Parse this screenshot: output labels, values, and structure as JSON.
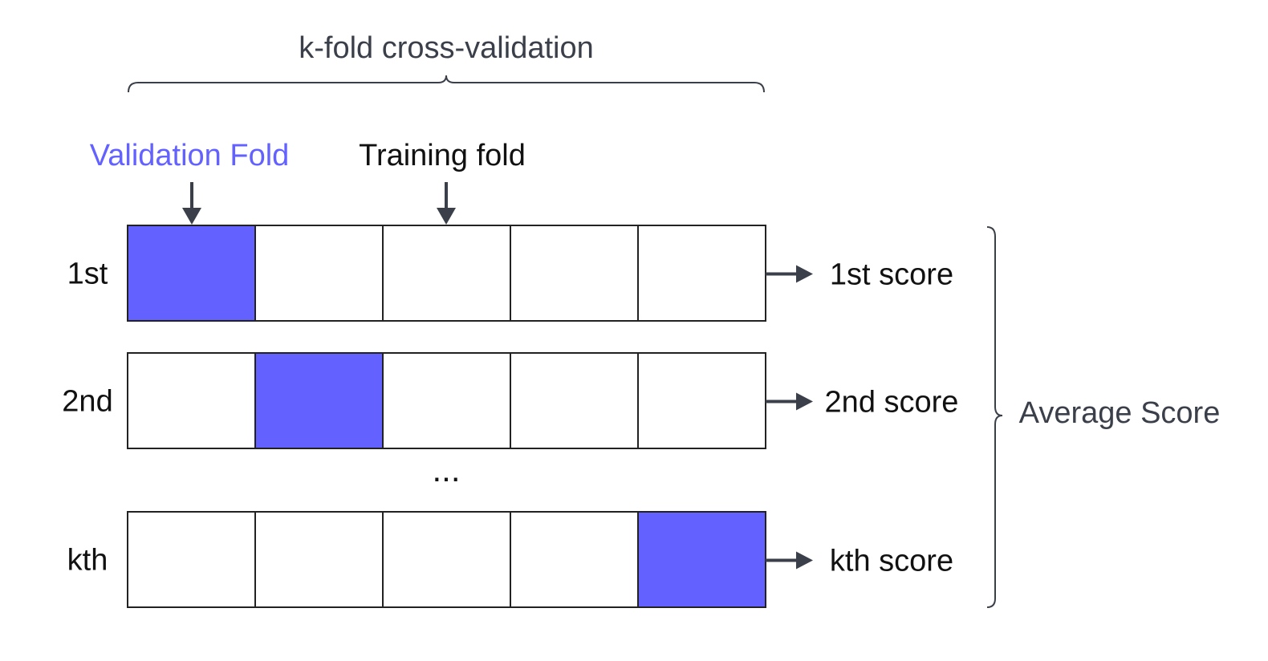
{
  "title": "k-fold cross-validation",
  "legend": {
    "validation_label": "Validation Fold",
    "training_label": "Training fold"
  },
  "rows": [
    {
      "label": "1st",
      "score": "1st score",
      "validation_index": 0
    },
    {
      "label": "2nd",
      "score": "2nd score",
      "validation_index": 1
    },
    {
      "label": "kth",
      "score": "kth score",
      "validation_index": 4
    }
  ],
  "folds_per_row": 5,
  "ellipsis": "...",
  "summary": "Average Score",
  "colors": {
    "validation": "#6361FF",
    "text_dark": "#3A3F4A",
    "text_black": "#111111",
    "stroke": "#222222"
  },
  "icons": [
    "down-arrow-icon",
    "right-arrow-icon",
    "brace-icon"
  ]
}
